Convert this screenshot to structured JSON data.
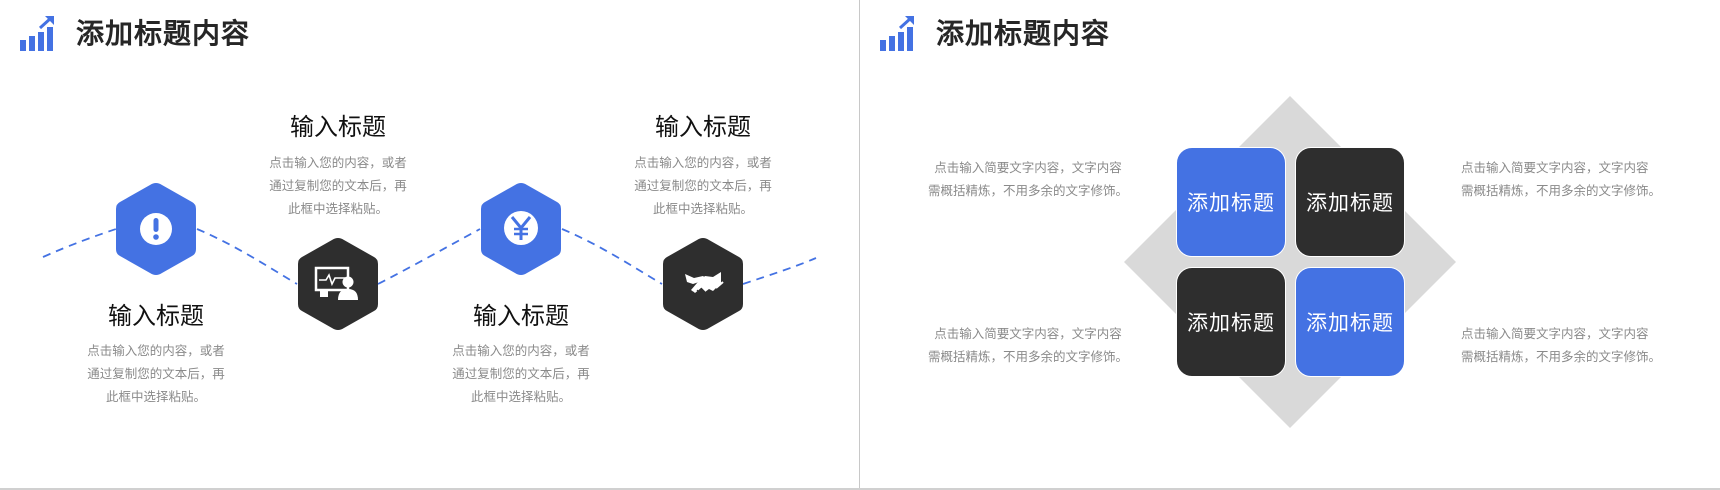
{
  "colors": {
    "accent_blue": "#4472E3",
    "dark": "#2E2E2E",
    "diamond_gray": "#D9D9D9",
    "text_gray": "#8A8A8A",
    "title_dark": "#262626"
  },
  "left_slide": {
    "logo_icon": "bar-chart-growth-icon",
    "title": "添加标题内容",
    "items": [
      {
        "title": "输入标题",
        "desc_lines": [
          "点击输入您的内容，或者",
          "通过复制您的文本后，再",
          "此框中选择粘贴。"
        ],
        "icon": "exclamation-circle-icon",
        "hex_color": "blue",
        "text_position": "below"
      },
      {
        "title": "输入标题",
        "desc_lines": [
          "点击输入您的内容，或者",
          "通过复制您的文本后，再",
          "此框中选择粘贴。"
        ],
        "icon": "monitor-presenter-icon",
        "hex_color": "dark",
        "text_position": "above"
      },
      {
        "title": "输入标题",
        "desc_lines": [
          "点击输入您的内容，或者",
          "通过复制您的文本后，再",
          "此框中选择粘贴。"
        ],
        "icon": "yen-circle-icon",
        "hex_color": "blue",
        "text_position": "below"
      },
      {
        "title": "输入标题",
        "desc_lines": [
          "点击输入您的内容，或者",
          "通过复制您的文本后，再",
          "此框中选择粘贴。"
        ],
        "icon": "handshake-icon",
        "hex_color": "dark",
        "text_position": "above"
      }
    ]
  },
  "right_slide": {
    "logo_icon": "bar-chart-growth-icon",
    "title": "添加标题内容",
    "tiles": [
      {
        "label": "添加标题",
        "color": "blue"
      },
      {
        "label": "添加标题",
        "color": "dark"
      },
      {
        "label": "添加标题",
        "color": "dark"
      },
      {
        "label": "添加标题",
        "color": "blue"
      }
    ],
    "side_texts": [
      {
        "lines": [
          "点击输入简要文字内容，文字内容",
          "需概括精炼，不用多余的文字修饰。"
        ],
        "position": "top-left"
      },
      {
        "lines": [
          "点击输入简要文字内容，文字内容",
          "需概括精炼，不用多余的文字修饰。"
        ],
        "position": "top-right"
      },
      {
        "lines": [
          "点击输入简要文字内容，文字内容",
          "需概括精炼，不用多余的文字修饰。"
        ],
        "position": "bottom-left"
      },
      {
        "lines": [
          "点击输入简要文字内容，文字内容",
          "需概括精炼，不用多余的文字修饰。"
        ],
        "position": "bottom-right"
      }
    ]
  }
}
